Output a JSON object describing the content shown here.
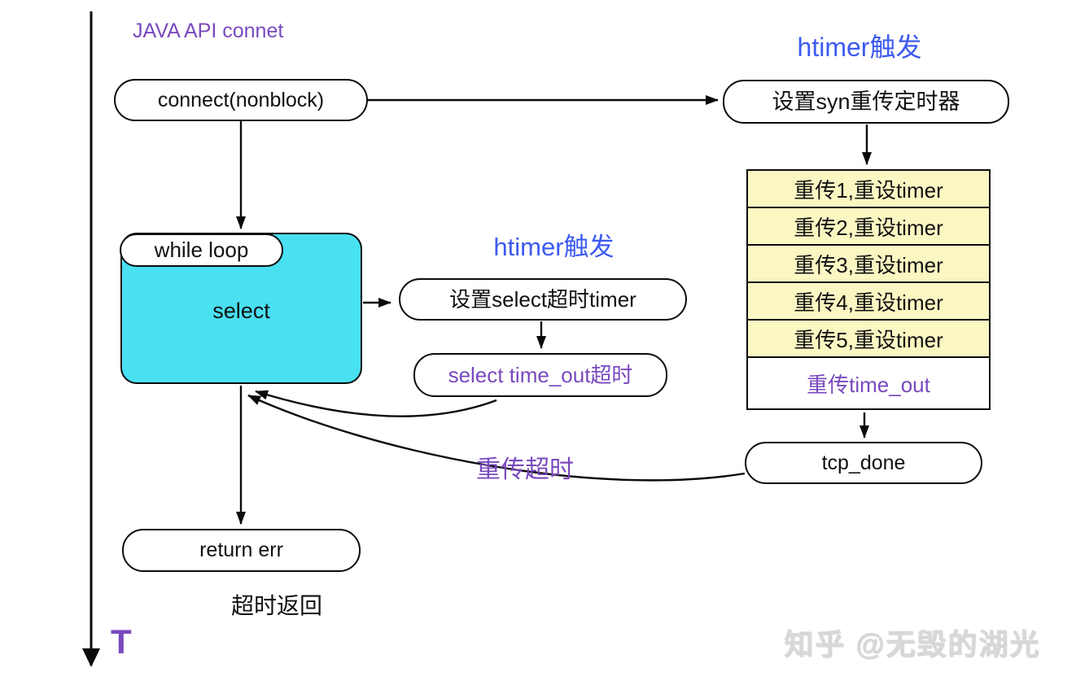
{
  "colors": {
    "purple": "#7949be",
    "blue": "#3d5af0",
    "cyan_fill": "#49e0f2",
    "yellow_fill": "#fbf7c3",
    "line": "#0b0b0b",
    "watermark_gray": "#d8d8d8"
  },
  "labels": {
    "title": "JAVA API connet",
    "htimer_top": "htimer触发",
    "htimer_mid": "htimer触发",
    "retrans_timeout": "重传超时",
    "timeout_return": "超时返回",
    "time_axis": "T",
    "watermark": "知乎 @无毁的湖光"
  },
  "nodes": {
    "connect": "connect(nonblock)",
    "set_syn_timer": "设置syn重传定时器",
    "while_loop": "while loop",
    "select": "select",
    "set_select_timer": "设置select超时timer",
    "select_timeout": "select time_out超时",
    "tcp_done": "tcp_done",
    "return_err": "return err"
  },
  "retrans_table": {
    "rows": [
      "重传1,重设timer",
      "重传2,重设timer",
      "重传3,重设timer",
      "重传4,重设timer",
      "重传5,重设timer"
    ],
    "timeout_row": "重传time_out"
  }
}
